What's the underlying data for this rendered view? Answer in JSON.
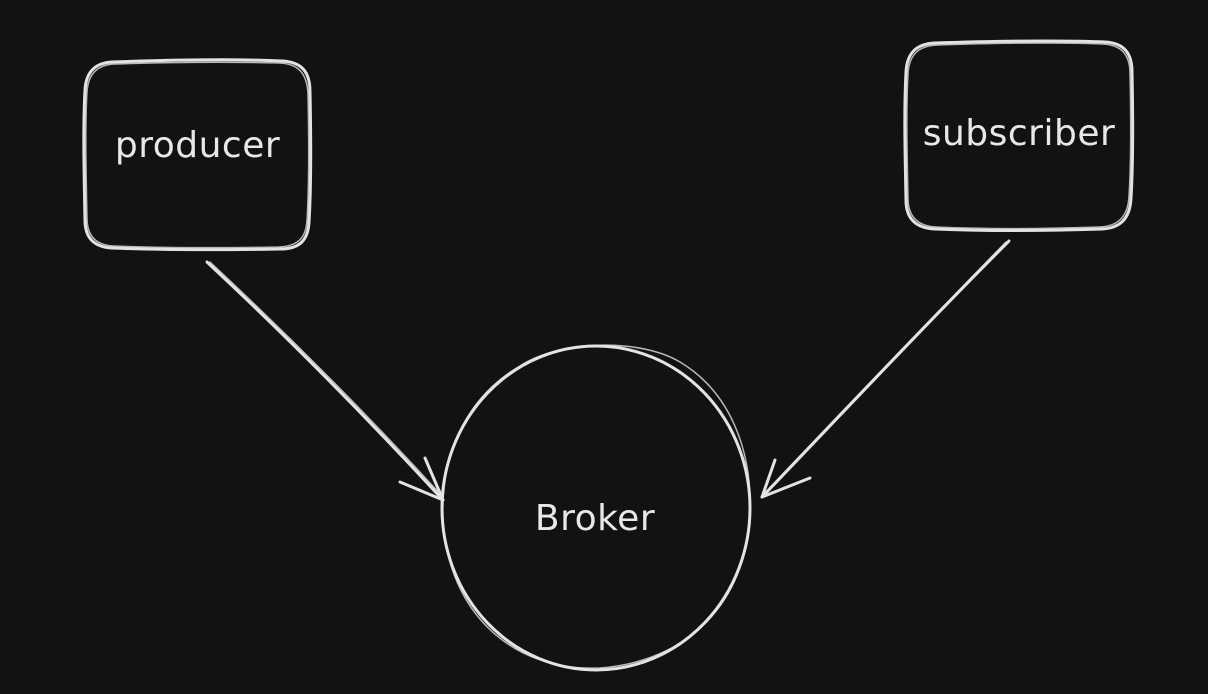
{
  "diagram": {
    "nodes": [
      {
        "id": "producer",
        "label": "producer",
        "shape": "rounded-rect"
      },
      {
        "id": "subscriber",
        "label": "subscriber",
        "shape": "rounded-rect"
      },
      {
        "id": "broker",
        "label": "Broker",
        "shape": "circle"
      }
    ],
    "edges": [
      {
        "from": "producer",
        "to": "broker"
      },
      {
        "from": "subscriber",
        "to": "broker"
      }
    ],
    "colors": {
      "background": "#121212",
      "stroke": "#e3e3e3",
      "text": "#e8e8e8"
    }
  }
}
